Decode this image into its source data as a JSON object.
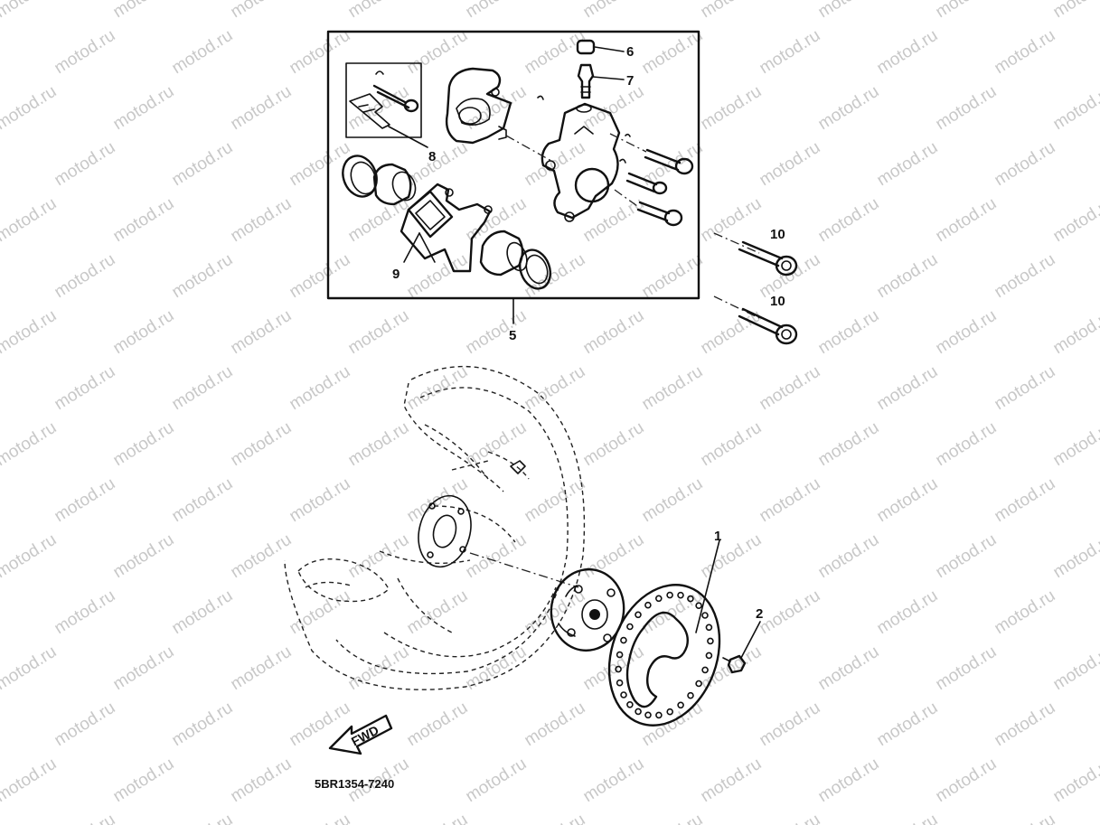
{
  "watermark": "motod.ru",
  "diagram_code": "5BR1354-7240",
  "direction_label": "FWD",
  "callouts": {
    "disc": "1",
    "disc_bolt": "2",
    "caliper_assembly": "5",
    "bleed_cap": "6",
    "bleed_screw": "7",
    "pad_pin_set": "8",
    "brake_pad_kit": "9",
    "caliper_bolt_upper": "10",
    "caliper_bolt_lower": "10"
  },
  "colors": {
    "ink": "#111111",
    "watermark": "#c8c8c8",
    "background": "#ffffff"
  }
}
